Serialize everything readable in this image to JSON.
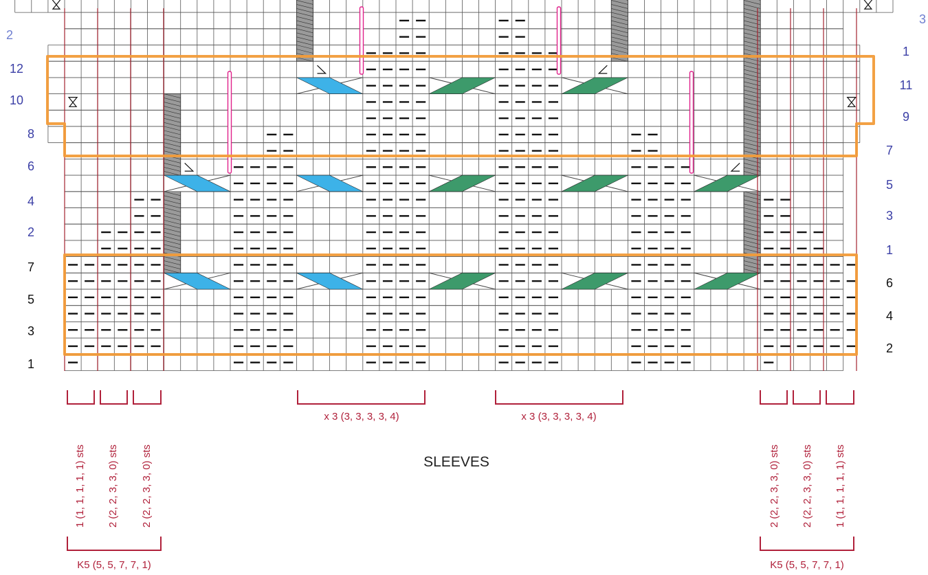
{
  "chart_title": "SLEEVES",
  "left_row_numbers": [
    "2",
    "12",
    "10",
    "8",
    "6",
    "4",
    "2",
    "7",
    "5",
    "3",
    "1"
  ],
  "right_row_numbers": [
    "3",
    "1",
    "11",
    "9",
    "7",
    "5",
    "3",
    "1",
    "6",
    "4",
    "2"
  ],
  "bottom_labels": {
    "left_group": [
      "1 (1, 1, 1, 1, 1) sts",
      "2 (2, 2, 3, 3, 0) sts",
      "2 (2, 2, 3, 3, 0) sts"
    ],
    "right_group": [
      "2 (2, 2, 3, 3, 0) sts",
      "2 (2, 2, 3, 3, 0) sts",
      "1 (1, 1, 1, 1, 1) sts"
    ],
    "repeat_left": "x 3 (3, 3, 3, 3, 4)",
    "repeat_right": "x 3 (3, 3, 3, 3, 4)",
    "k5_left": "K5 (5, 5, 7, 7, 1)",
    "k5_right": "K5 (5, 5, 7, 7, 1)"
  },
  "colors": {
    "grid": "#555555",
    "red_line": "#a3232f",
    "highlight": "#f29c3a",
    "cable_blue": "#3db2e8",
    "cable_green": "#3d9a6b",
    "marker": "#e0208a",
    "label_red": "#b0203a",
    "row_blue": "#3b3fa6"
  },
  "icons": [
    "purl-dash-icon",
    "cable-cross-icon",
    "decrease-icon",
    "increase-icon",
    "no-stitch-icon",
    "marker-line-icon"
  ]
}
